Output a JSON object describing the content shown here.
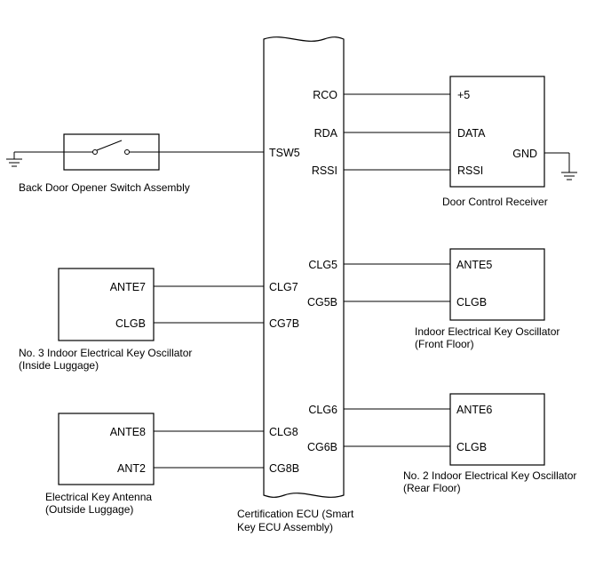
{
  "ecu": {
    "label_line1": "Certification ECU (Smart",
    "label_line2": "Key ECU Assembly)",
    "pins": {
      "rco": "RCO",
      "rda": "RDA",
      "rssi": "RSSI",
      "tsw5": "TSW5",
      "clg5": "CLG5",
      "cg5b": "CG5B",
      "clg7": "CLG7",
      "cg7b": "CG7B",
      "clg6": "CLG6",
      "cg6b": "CG6B",
      "clg8": "CLG8",
      "cg8b": "CG8B"
    }
  },
  "back_door_switch": {
    "label": "Back Door Opener Switch Assembly"
  },
  "door_control_receiver": {
    "label": "Door Control Receiver",
    "pins": {
      "plus5": "+5",
      "data": "DATA",
      "rssi": "RSSI",
      "gnd": "GND"
    }
  },
  "oscillator_inside_luggage": {
    "label_line1": "No. 3 Indoor Electrical Key Oscillator",
    "label_line2": "(Inside Luggage)",
    "pins": {
      "ante": "ANTE7",
      "clgb": "CLGB"
    }
  },
  "oscillator_front_floor": {
    "label_line1": "Indoor Electrical Key Oscillator",
    "label_line2": "(Front Floor)",
    "pins": {
      "ante": "ANTE5",
      "clgb": "CLGB"
    }
  },
  "oscillator_rear_floor": {
    "label_line1": "No. 2 Indoor Electrical Key Oscillator",
    "label_line2": "(Rear Floor)",
    "pins": {
      "ante": "ANTE6",
      "clgb": "CLGB"
    }
  },
  "antenna_outside_luggage": {
    "label_line1": "Electrical Key Antenna",
    "label_line2": "(Outside Luggage)",
    "pins": {
      "ante": "ANTE8",
      "ant2": "ANT2"
    }
  }
}
